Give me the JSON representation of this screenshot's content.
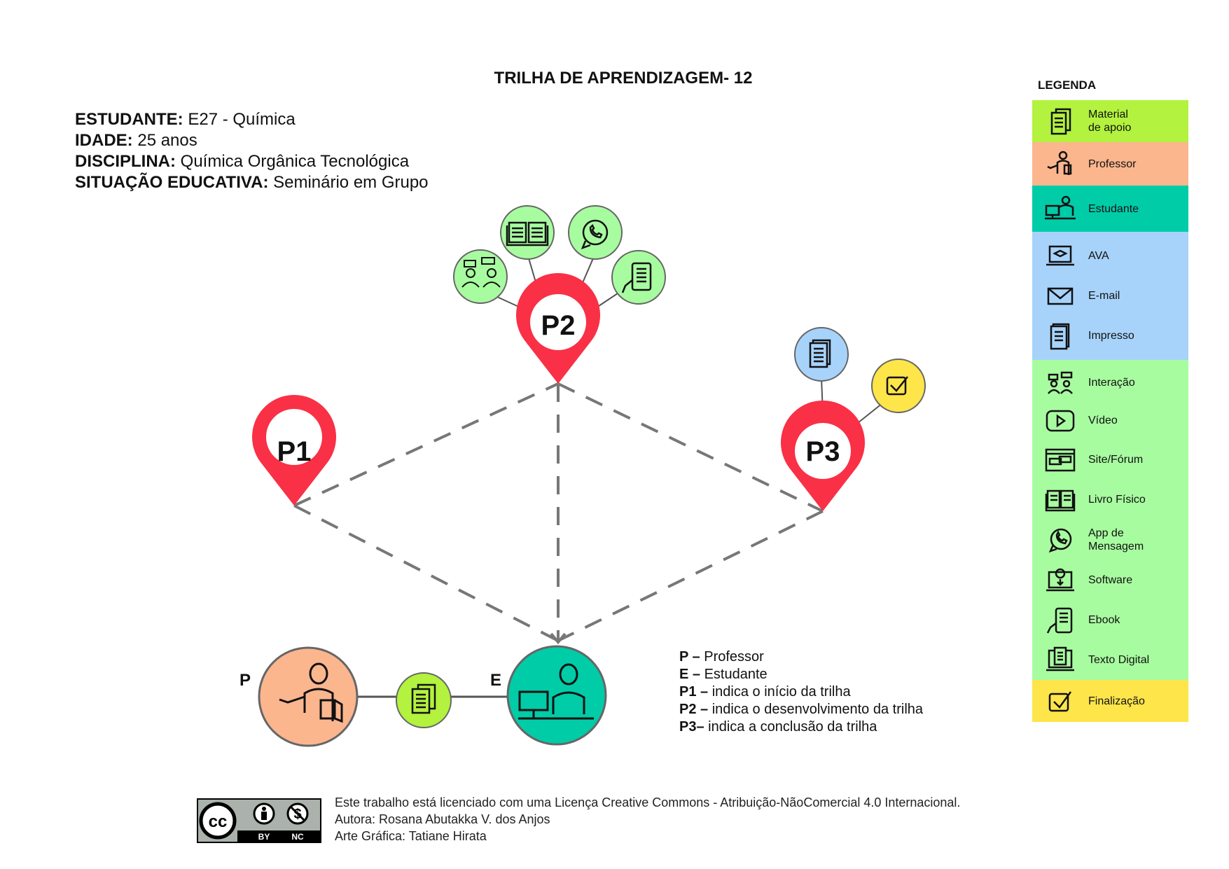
{
  "title": "TRILHA DE APRENDIZAGEM- 12",
  "info": [
    {
      "label": "ESTUDANTE:",
      "value": " E27 - Química"
    },
    {
      "label": "IDADE:",
      "value": " 25 anos"
    },
    {
      "label": "DISCIPLINA:",
      "value": " Química Orgânica Tecnológica"
    },
    {
      "label": "SITUAÇÃO EDUCATIVA:",
      "value": " Seminário em Grupo"
    }
  ],
  "pins": {
    "p1": "P1",
    "p2": "P2",
    "p3": "P3"
  },
  "nodes": {
    "professor_letter": "P",
    "student_letter": "E"
  },
  "legend": {
    "title": "LEGENDA",
    "colors": {
      "material": "#b3f23e",
      "professor": "#fbb68e",
      "estudante": "#00cca8",
      "blue": "#a7d3fb",
      "green": "#a8fca0",
      "finalizacao": "#fde54a"
    },
    "items": [
      {
        "label": "Material\nde apoio",
        "icon": "documents-icon",
        "group": "material"
      },
      {
        "label": "Professor",
        "icon": "professor-icon",
        "group": "professor"
      },
      {
        "label": "Estudante",
        "icon": "student-icon",
        "group": "estudante"
      },
      {
        "label": "AVA",
        "icon": "laptop-graduation-icon",
        "group": "blue"
      },
      {
        "label": "E-mail",
        "icon": "envelope-icon",
        "group": "blue"
      },
      {
        "label": "Impresso",
        "icon": "printed-doc-icon",
        "group": "blue"
      },
      {
        "label": "Interação",
        "icon": "interaction-icon",
        "group": "green"
      },
      {
        "label": "Vídeo",
        "icon": "video-icon",
        "group": "green"
      },
      {
        "label": "Site/Fórum",
        "icon": "forum-icon",
        "group": "green"
      },
      {
        "label": "Livro Físico",
        "icon": "book-icon",
        "group": "green"
      },
      {
        "label": "App de\nMensagem",
        "icon": "whatsapp-icon",
        "group": "green"
      },
      {
        "label": "Software",
        "icon": "software-icon",
        "group": "green"
      },
      {
        "label": "Ebook",
        "icon": "ebook-icon",
        "group": "green"
      },
      {
        "label": "Texto Digital",
        "icon": "digital-text-icon",
        "group": "green"
      },
      {
        "label": "Finalização",
        "icon": "checkbox-icon",
        "group": "finalizacao"
      }
    ]
  },
  "notes": [
    {
      "key": "P –",
      "text": " Professor"
    },
    {
      "key": "E –",
      "text": " Estudante"
    },
    {
      "key": "P1 –",
      "text": " indica o início da trilha"
    },
    {
      "key": "P2 –",
      "text": " indica o desenvolvimento da trilha"
    },
    {
      "key": "P3–",
      "text": " indica a conclusão da trilha"
    }
  ],
  "license": {
    "line1": "Este trabalho está licenciado com uma Licença Creative Commons - Atribuição-NãoComercial 4.0 Internacional.",
    "line2": "Autora: Rosana Abutakka V. dos Anjos",
    "line3": "Arte Gráfica: Tatiane Hirata",
    "badge_by": "BY",
    "badge_nc": "NC",
    "badge_cc": "cc"
  }
}
